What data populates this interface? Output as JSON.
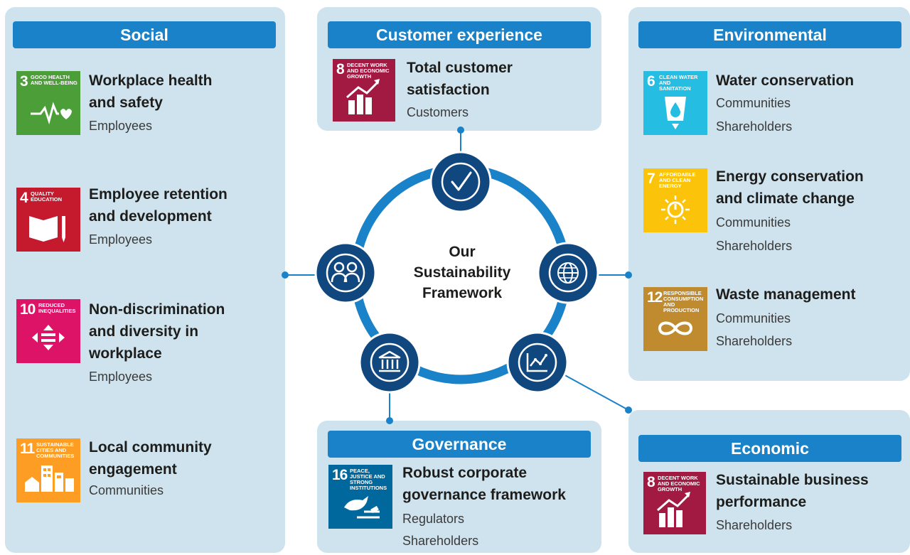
{
  "center": {
    "line1": "Our",
    "line2": "Sustainability",
    "line3": "Framework"
  },
  "social": {
    "header": "Social",
    "items": [
      {
        "sdg_number": "3",
        "sdg_label": "GOOD HEALTH AND WELL-BEING",
        "sdg_color": "#4c9f38",
        "sdg_icon": "heartbeat-icon",
        "title1": "Workplace health",
        "title2": "and safety",
        "stakeholder": "Employees"
      },
      {
        "sdg_number": "4",
        "sdg_label": "QUALITY EDUCATION",
        "sdg_color": "#c5192d",
        "sdg_icon": "book-pencil-icon",
        "title1": "Employee retention",
        "title2": "and development",
        "stakeholder": "Employees"
      },
      {
        "sdg_number": "10",
        "sdg_label": "REDUCED INEQUALITIES",
        "sdg_color": "#dd1367",
        "sdg_icon": "equality-arrows-icon",
        "title1": "Non-discrimination",
        "title2": "and diversity in",
        "title3": "workplace",
        "stakeholder": "Employees"
      },
      {
        "sdg_number": "11",
        "sdg_label": "SUSTAINABLE CITIES AND COMMUNITIES",
        "sdg_color": "#fd9d24",
        "sdg_icon": "city-buildings-icon",
        "title1": "Local community",
        "title2": "engagement",
        "stakeholder": "Communities"
      }
    ]
  },
  "customer": {
    "header": "Customer experience",
    "item": {
      "sdg_number": "8",
      "sdg_label": "DECENT WORK AND ECONOMIC GROWTH",
      "sdg_color": "#a21942",
      "sdg_icon": "growth-chart-icon",
      "title1": "Total customer",
      "title2": "satisfaction",
      "stakeholder": "Customers"
    }
  },
  "environmental": {
    "header": "Environmental",
    "items": [
      {
        "sdg_number": "6",
        "sdg_label": "CLEAN WATER AND SANITATION",
        "sdg_color": "#26bde2",
        "sdg_icon": "water-glass-icon",
        "title1": "Water conservation",
        "stakeholder1": "Communities",
        "stakeholder2": "Shareholders"
      },
      {
        "sdg_number": "7",
        "sdg_label": "AFFORDABLE AND CLEAN ENERGY",
        "sdg_color": "#fcc30b",
        "sdg_icon": "sun-power-icon",
        "title1": "Energy conservation",
        "title2": "and climate change",
        "stakeholder1": "Communities",
        "stakeholder2": "Shareholders"
      },
      {
        "sdg_number": "12",
        "sdg_label": "RESPONSIBLE CONSUMPTION AND PRODUCTION",
        "sdg_color": "#bf8b2e",
        "sdg_icon": "infinity-icon",
        "title1": "Waste management",
        "stakeholder1": "Communities",
        "stakeholder2": "Shareholders"
      }
    ]
  },
  "governance": {
    "header": "Governance",
    "item": {
      "sdg_number": "16",
      "sdg_label": "PEACE, JUSTICE AND STRONG INSTITUTIONS",
      "sdg_color": "#00689d",
      "sdg_icon": "dove-gavel-icon",
      "title1": "Robust corporate",
      "title2": "governance framework",
      "stakeholder1": "Regulators",
      "stakeholder2": "Shareholders"
    }
  },
  "economic": {
    "header": "Economic",
    "item": {
      "sdg_number": "8",
      "sdg_label": "DECENT WORK AND ECONOMIC GROWTH",
      "sdg_color": "#a21942",
      "sdg_icon": "growth-chart-icon",
      "title1": "Sustainable business",
      "title2": "performance",
      "stakeholder": "Shareholders"
    }
  },
  "colors": {
    "panel": "#cfe3ee",
    "header": "#1a82c8",
    "ring": "#1a82c8",
    "node": "#10477f"
  }
}
